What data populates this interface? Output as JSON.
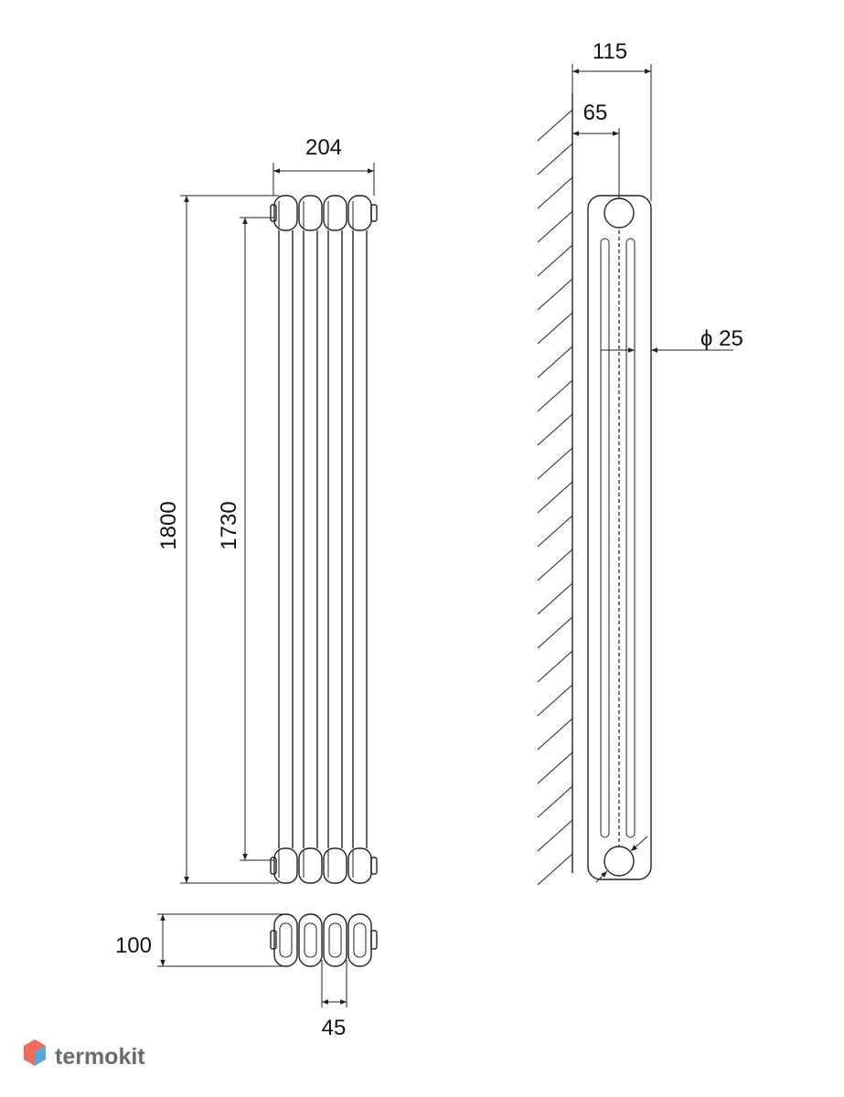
{
  "dimensions": {
    "width_total": "204",
    "height_total": "1800",
    "axis_distance": "1730",
    "depth_bottom": "100",
    "section_pitch": "45",
    "depth_total": "115",
    "wall_to_axis": "65",
    "pipe_diameter": "ϕ 25"
  },
  "brand": {
    "name": "termokit",
    "colors": {
      "top": "#f06a5a",
      "bottom": "#5aa7e0"
    }
  }
}
